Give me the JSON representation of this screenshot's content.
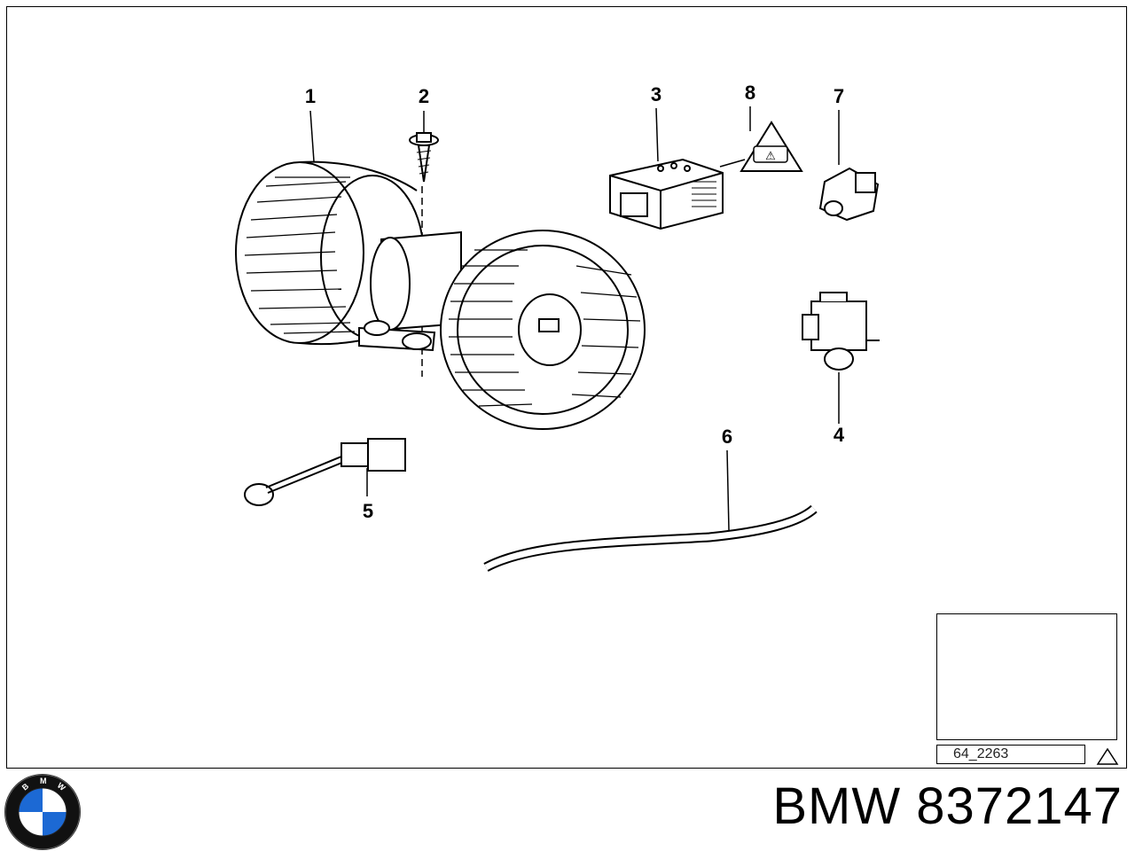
{
  "callouts": {
    "c1": "1",
    "c2": "2",
    "c3": "3",
    "c4": "4",
    "c5": "5",
    "c6": "6",
    "c7": "7",
    "c8": "8"
  },
  "reference": "64_2263",
  "footer": {
    "title": "BMW 8372147"
  },
  "logo": {
    "letters": "BMW",
    "colors": {
      "blue": "#1c69d4",
      "white": "#ffffff",
      "black": "#000000"
    }
  }
}
